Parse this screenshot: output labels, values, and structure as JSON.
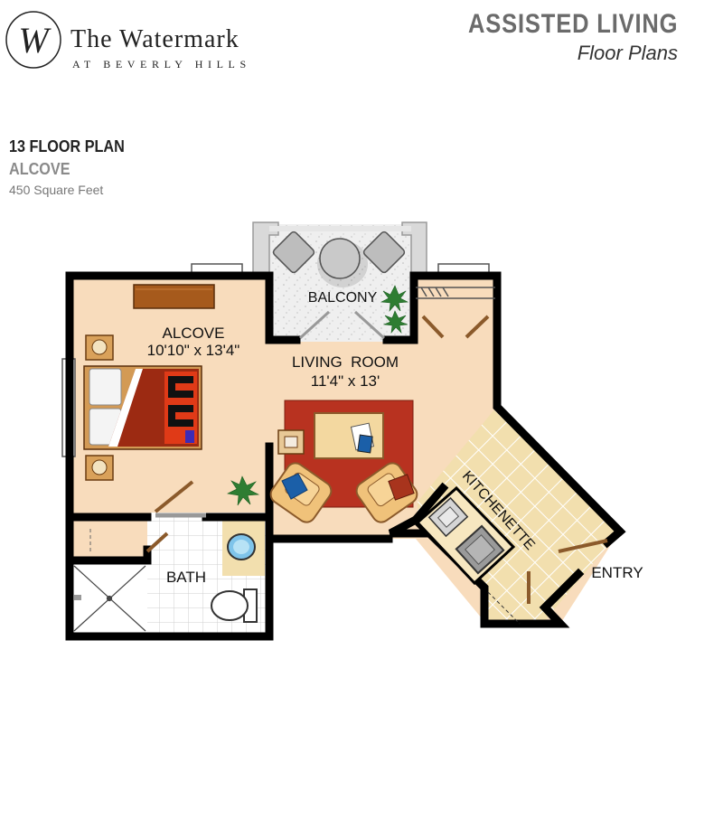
{
  "header": {
    "brand_name": "The Watermark",
    "brand_subtitle": "AT BEVERLY HILLS",
    "logo_letter": "W",
    "section_title": "ASSISTED LIVING",
    "section_subtitle": "Floor Plans"
  },
  "plan": {
    "title": "13 FLOOR PLAN",
    "type": "ALCOVE",
    "area": "450 Square Feet"
  },
  "rooms": {
    "balcony": "BALCONY",
    "alcove_name": "ALCOVE",
    "alcove_dims": "10'10\" x 13'4\"",
    "living_name": "LIVING  ROOM",
    "living_dims": "11'4\" x 13'",
    "bath": "BATH",
    "kitchenette": "KITCHENETTE",
    "entry": "ENTRY"
  },
  "colors": {
    "wall": "#000000",
    "floor": "#f8dcbc",
    "balcony_floor": "#efefef",
    "kitchen_tile": "#f2dfae",
    "rug": "#b83220",
    "bed_cover": "#9c2a12",
    "plant": "#2e7d32",
    "chair": "#f0c27a",
    "pillow_blue": "#1b5fa8"
  }
}
